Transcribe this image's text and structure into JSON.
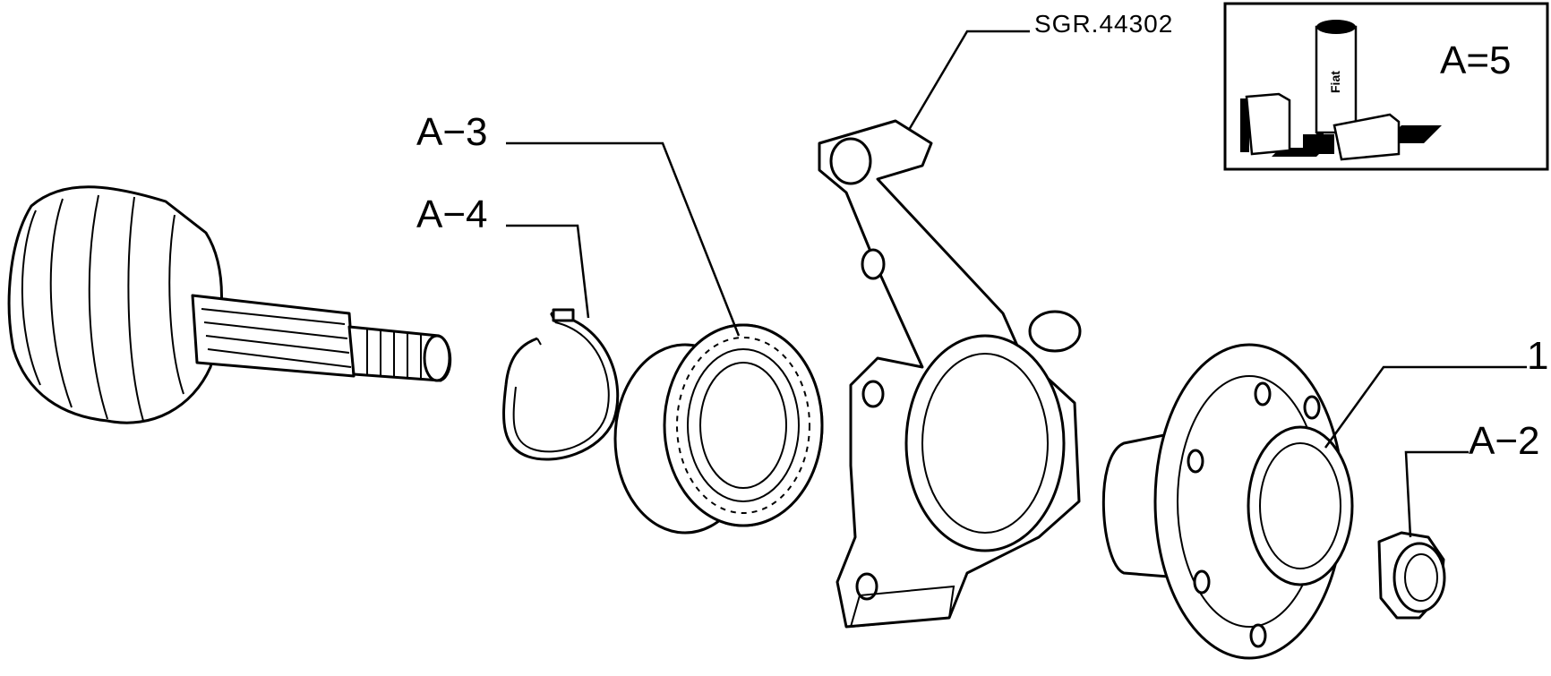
{
  "drawing_ref": "SGR.44302",
  "labels": {
    "a3": "A−3",
    "a4": "A−4",
    "one": "1",
    "a2": "A−2"
  },
  "legend": {
    "value": "A=5",
    "brand": "Fiat",
    "icon": "fiat-lubricant-containers-icon"
  }
}
